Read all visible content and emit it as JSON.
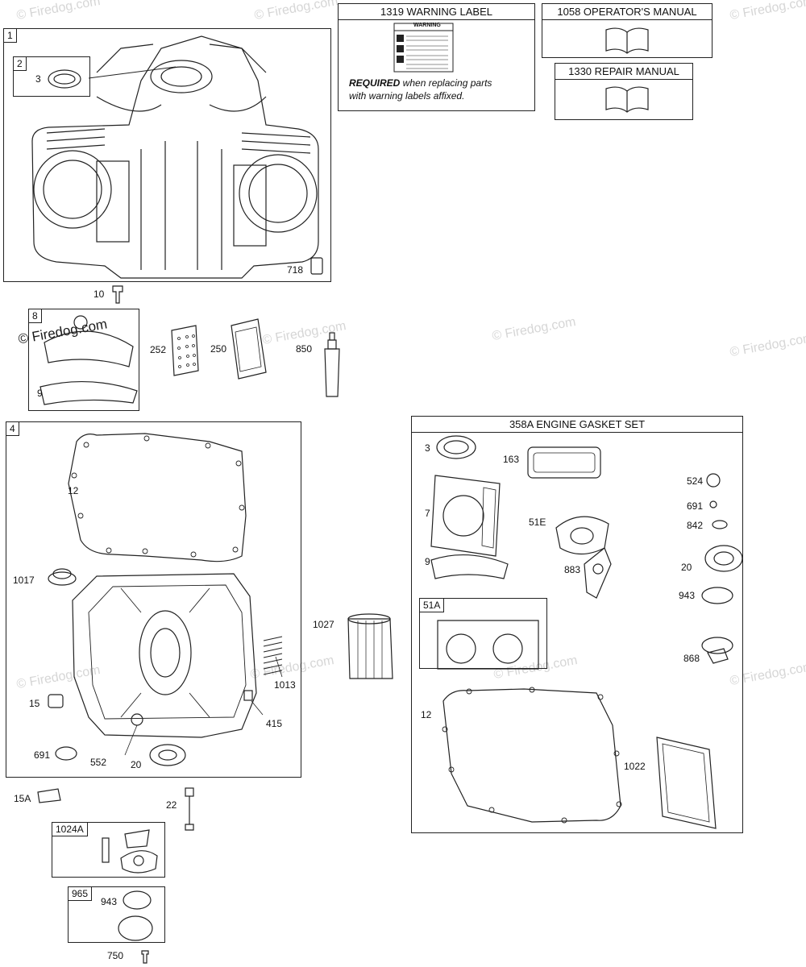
{
  "watermark": "© Firedog.com",
  "kits": {
    "warning_label": {
      "title": "1319 WARNING LABEL",
      "decal_heading": "WARNING",
      "note_bold": "REQUIRED",
      "note_rest": " when replacing parts",
      "note_line2": "with warning labels affixed."
    },
    "operators_manual": {
      "title": "1058 OPERATOR'S MANUAL"
    },
    "repair_manual": {
      "title": "1330 REPAIR MANUAL"
    },
    "gasket_set": {
      "title": "358A ENGINE GASKET SET"
    }
  },
  "groups": {
    "g1": "1",
    "g2": "2",
    "g8": "8",
    "g4": "4",
    "g51a": "51A",
    "g1024a": "1024A",
    "g965": "965"
  },
  "parts": {
    "p3_top": "3",
    "p718": "718",
    "p10": "10",
    "p9": "9",
    "p252": "252",
    "p250": "250",
    "p850": "850",
    "p12": "12",
    "p1017": "1017",
    "p1013": "1013",
    "p15": "15",
    "p415": "415",
    "p691": "691",
    "p552": "552",
    "p20": "20",
    "p1027": "1027",
    "p15a": "15A",
    "p22": "22",
    "p943_kit": "943",
    "p750": "750",
    "g_3": "3",
    "g_163": "163",
    "g_524": "524",
    "g_691": "691",
    "g_842": "842",
    "g_7": "7",
    "g_51e": "51E",
    "g_9": "9",
    "g_883": "883",
    "g_20": "20",
    "g_943": "943",
    "g_868": "868",
    "g_12": "12",
    "g_1022": "1022"
  }
}
